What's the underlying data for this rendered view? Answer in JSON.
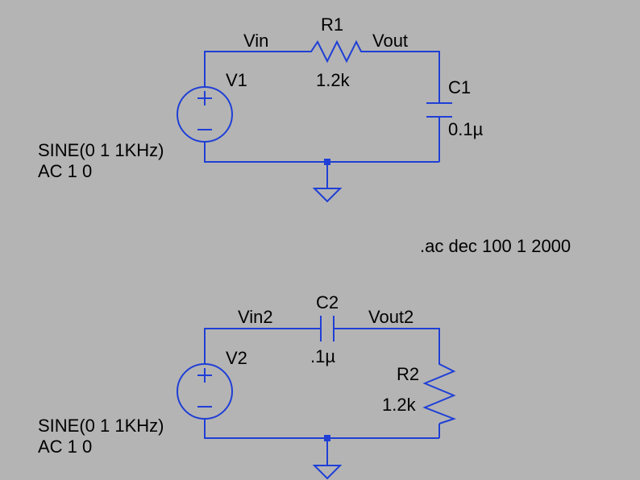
{
  "colors": {
    "background": "#b4b4b4",
    "wire": "#1f3fd6",
    "text": "#000000"
  },
  "directive": ".ac dec 100 1 2000",
  "circuit1": {
    "net_in": "Vin",
    "net_out": "Vout",
    "source": {
      "name": "V1",
      "line1": "SINE(0 1 1KHz)",
      "line2": "AC 1 0"
    },
    "series": {
      "name": "R1",
      "value": "1.2k"
    },
    "shunt": {
      "name": "C1",
      "value": "0.1µ"
    }
  },
  "circuit2": {
    "net_in": "Vin2",
    "net_out": "Vout2",
    "source": {
      "name": "V2",
      "line1": "SINE(0 1 1KHz)",
      "line2": "AC 1 0"
    },
    "series": {
      "name": "C2",
      "value": ".1µ"
    },
    "shunt": {
      "name": "R2",
      "value": "1.2k"
    }
  }
}
